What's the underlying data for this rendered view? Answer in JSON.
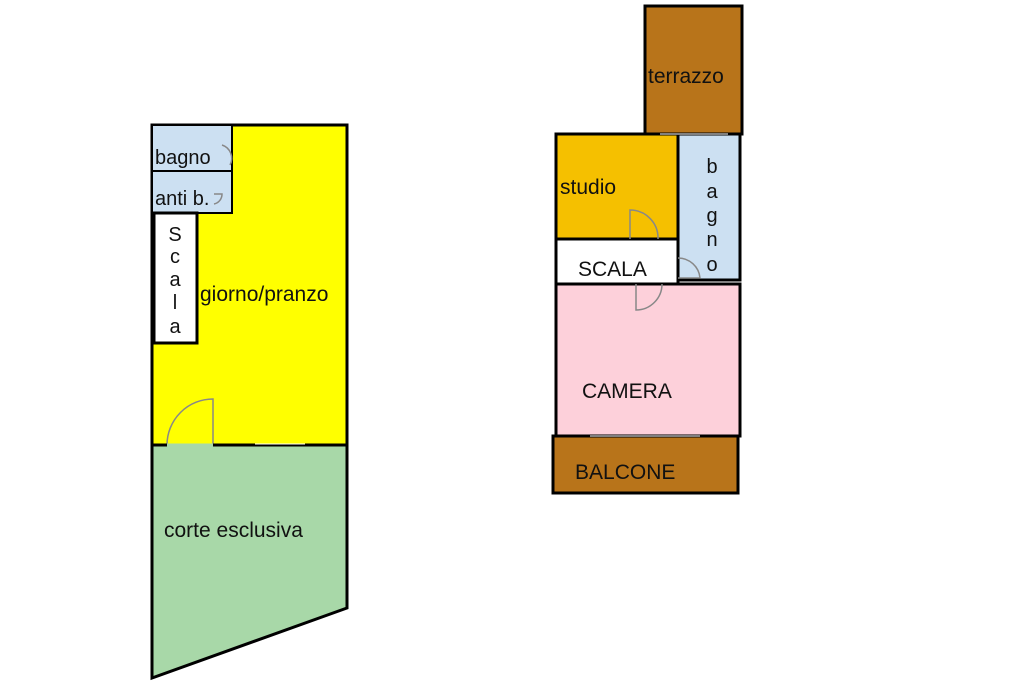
{
  "colors": {
    "yellow_room": "#ffff00",
    "green_court": "#a8d8a8",
    "bath_blue": "#cce0f2",
    "studio_orange": "#f5c000",
    "terrace_brown": "#b8741a",
    "balcony_brown": "#b8741a",
    "camera_pink": "#fdd0da",
    "wall": "#000000",
    "door_arc": "#888888"
  },
  "floor_ground": {
    "bagno": "bagno",
    "anti_bagno": "anti b.",
    "scala": [
      "S",
      "c",
      "a",
      "l",
      "a"
    ],
    "giorno_pranzo": "giorno/pranzo",
    "corte": "corte esclusiva"
  },
  "floor_upper": {
    "terrazzo": "terrazzo",
    "studio": "studio",
    "bagno": [
      "b",
      "a",
      "g",
      "n",
      "o"
    ],
    "scala": "SCALA",
    "camera": "CAMERA",
    "balcone": "BALCONE"
  }
}
